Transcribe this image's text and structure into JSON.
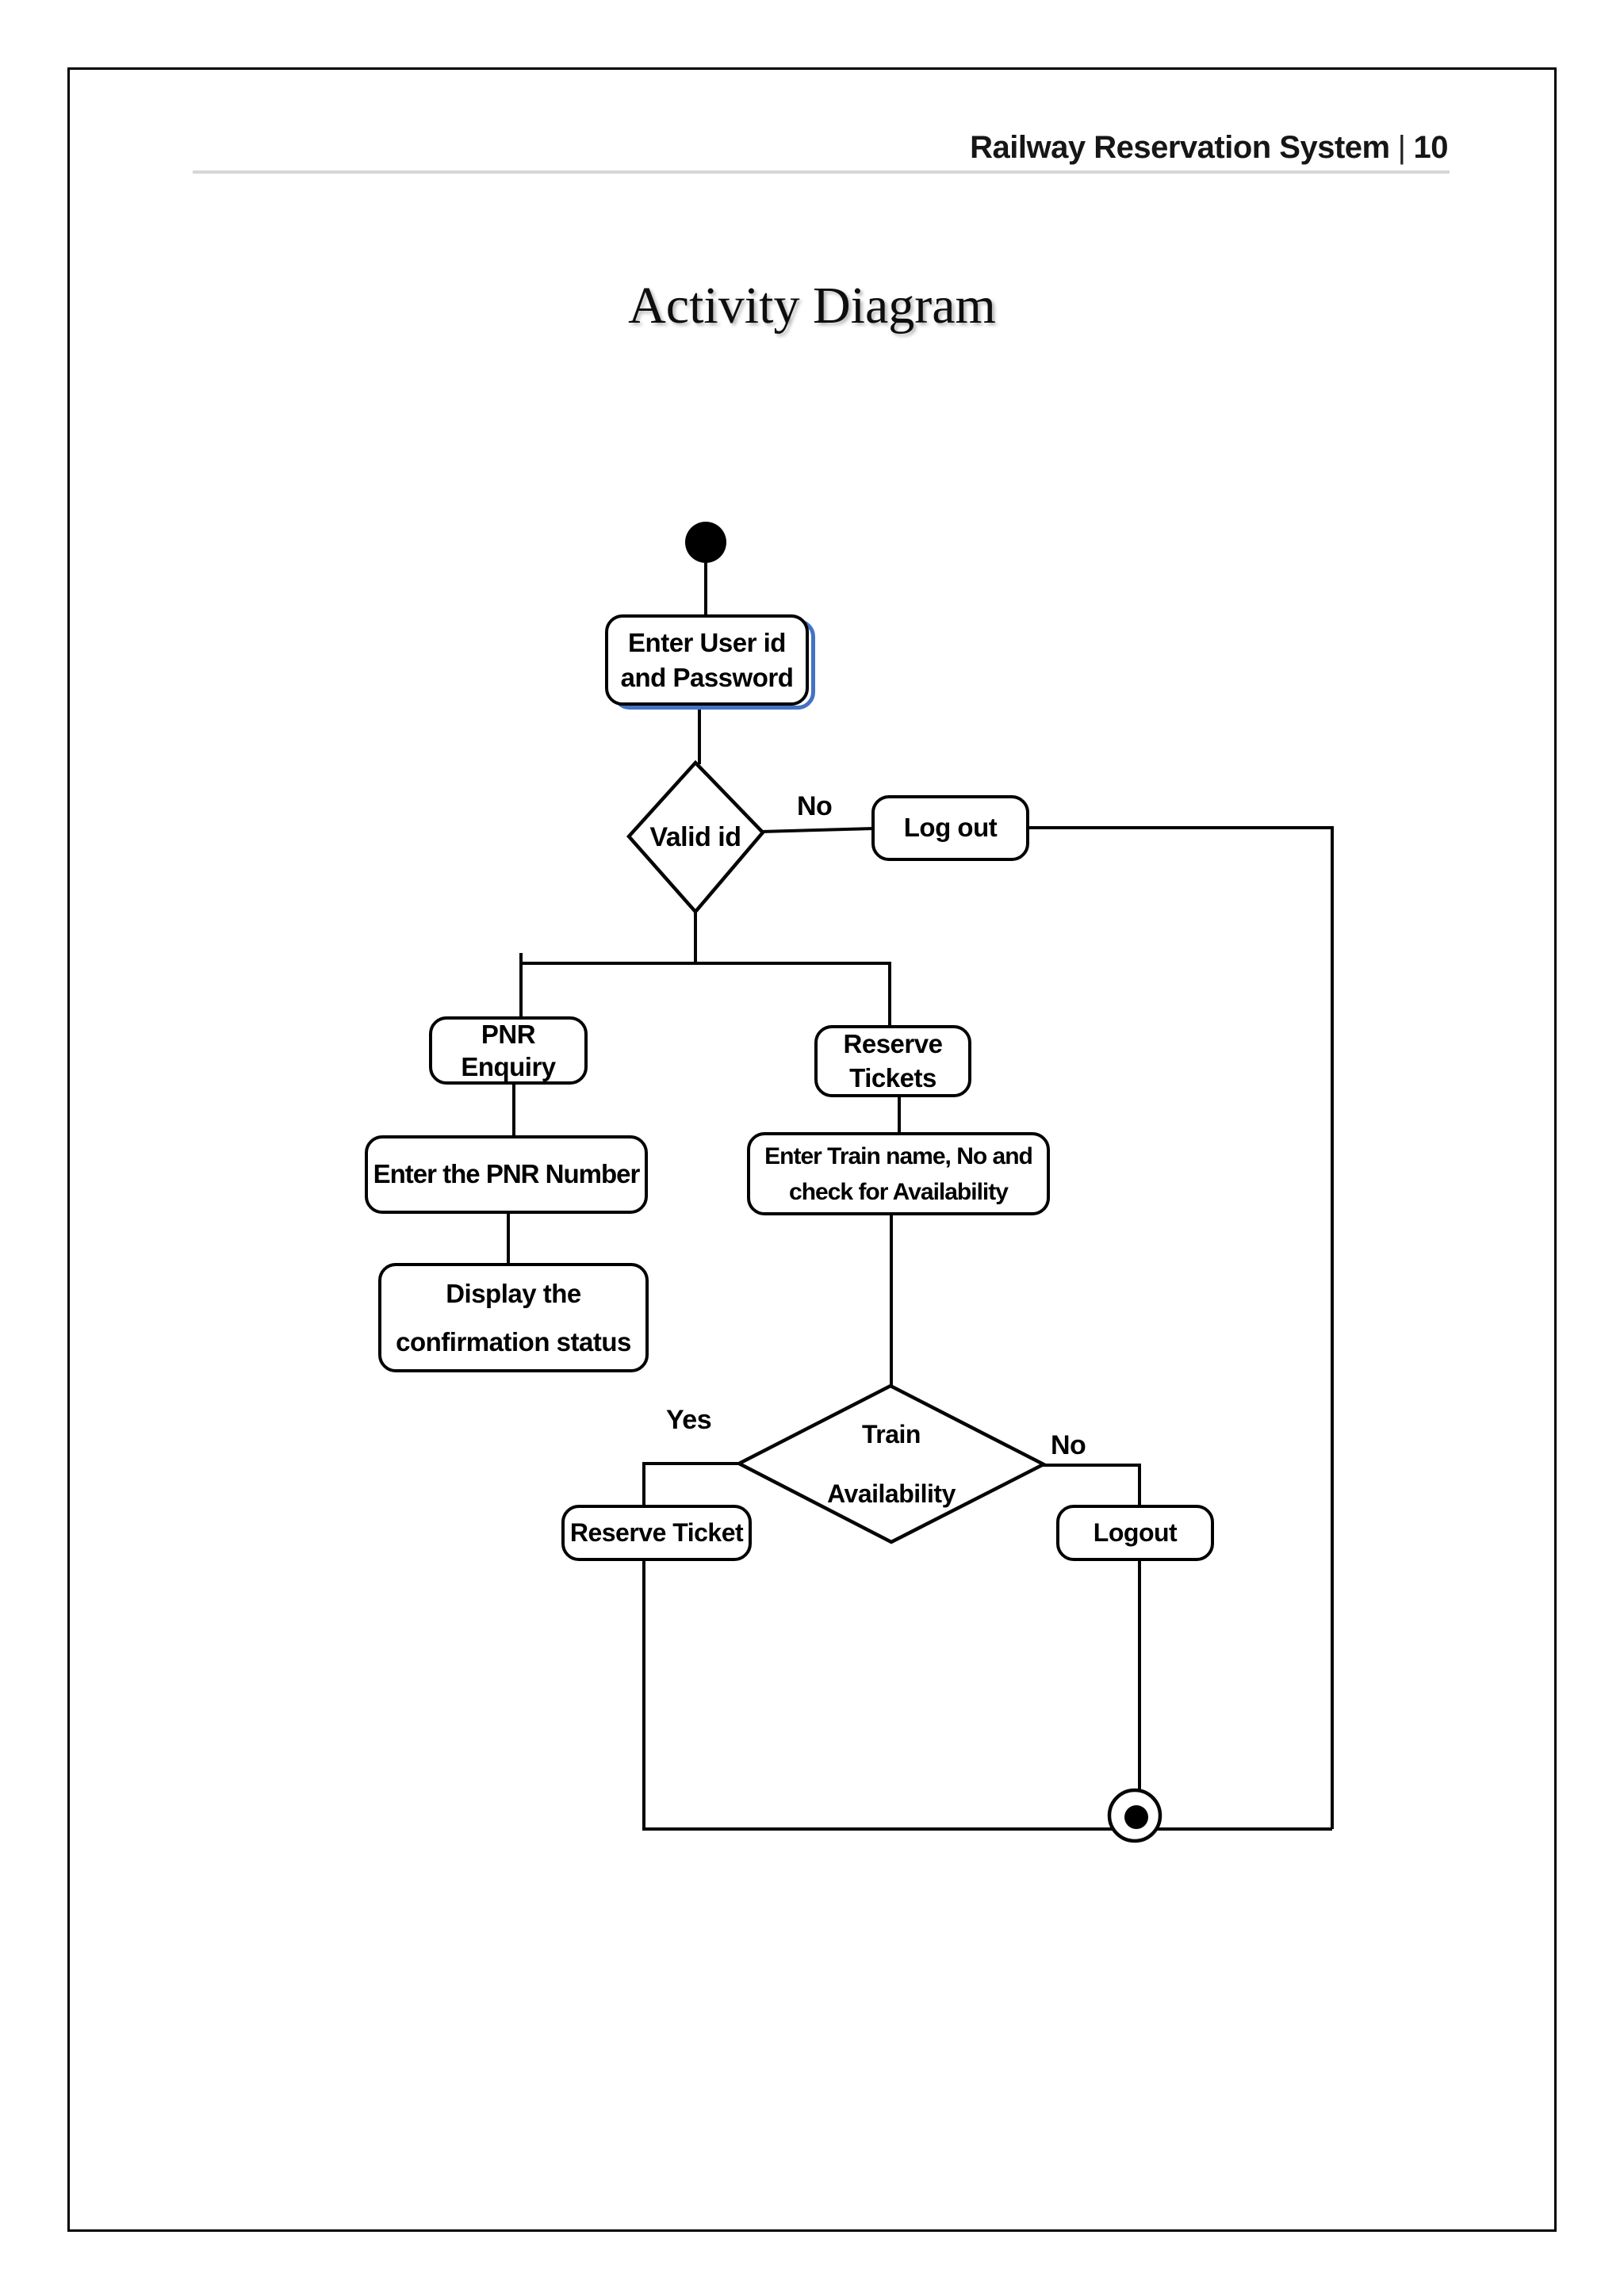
{
  "header": {
    "document_title": "Railway Reservation System",
    "separator": "|",
    "page_number": "10"
  },
  "title": "Activity Diagram",
  "diagram": {
    "nodes": {
      "enter_user": "Enter User id\nand Password",
      "valid_id": "Valid id",
      "log_out": "Log out",
      "pnr_enquiry": "PNR\nEnquiry",
      "reserve_tickets": "Reserve\nTickets",
      "enter_pnr": "Enter the PNR Number",
      "display_confirmation": "Display the\nconfirmation status",
      "enter_train": "Enter Train name, No and\ncheck for Availability",
      "train_availability": "Train\nAvailability",
      "reserve_ticket": "Reserve Ticket",
      "logout": "Logout"
    },
    "edge_labels": {
      "valid_id_no": "No",
      "availability_yes": "Yes",
      "availability_no": "No"
    },
    "colors": {
      "accent_blue": "#4472c4",
      "line_black": "#000000"
    }
  }
}
